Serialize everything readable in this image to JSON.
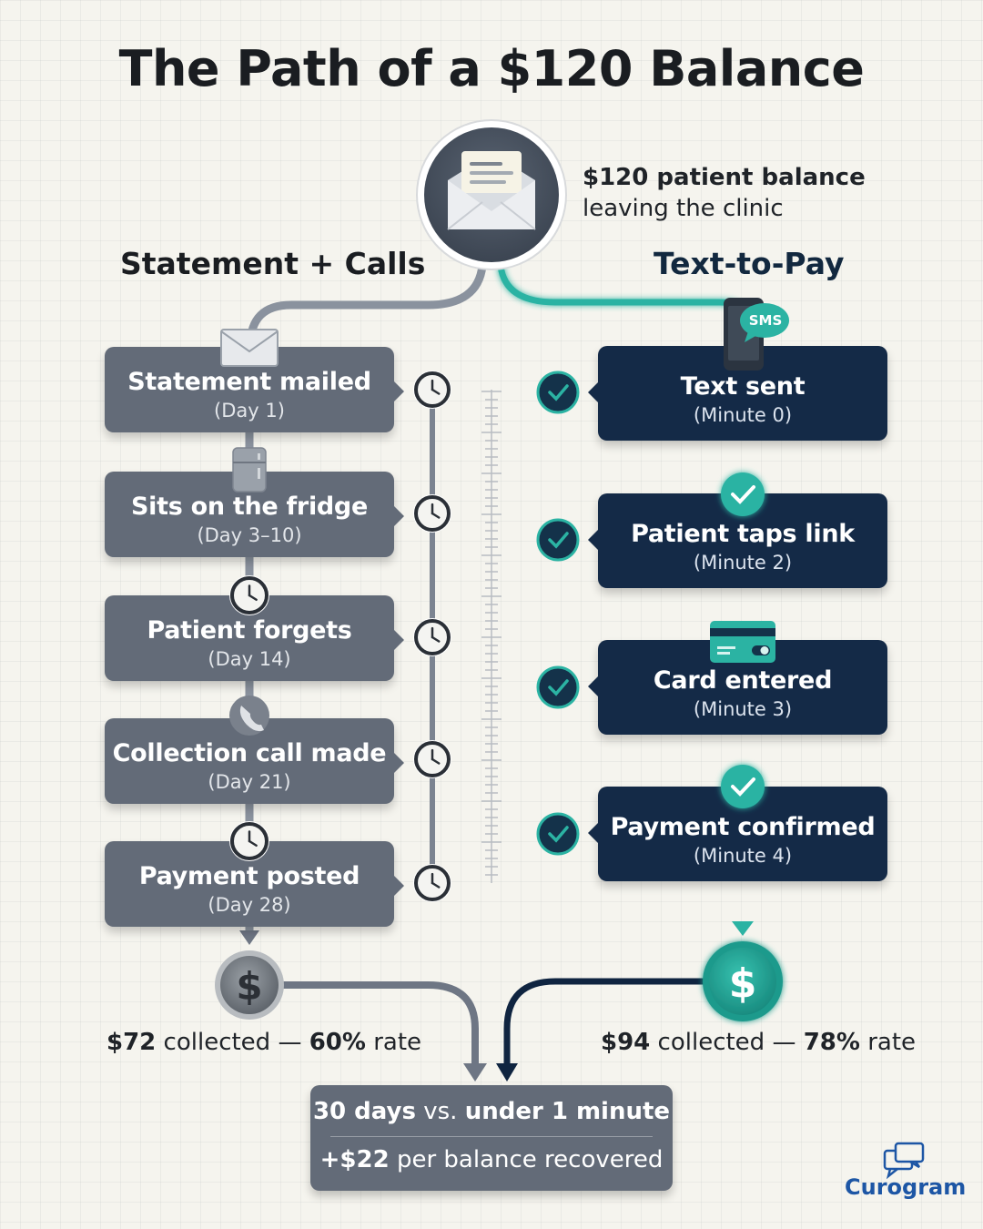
{
  "title": "The Path of a $120 Balance",
  "hero": {
    "line1": "$120 patient balance",
    "line2": "leaving the clinic"
  },
  "columns": {
    "left_title": "Statement + Calls",
    "right_title": "Text-to-Pay"
  },
  "left_steps": [
    {
      "label": "Statement mailed",
      "time": "(Day 1)"
    },
    {
      "label": "Sits on the fridge",
      "time": "(Day 3–10)"
    },
    {
      "label": "Patient forgets",
      "time": "(Day 14)"
    },
    {
      "label": "Collection call made",
      "time": "(Day 21)"
    },
    {
      "label": "Payment posted",
      "time": "(Day 28)"
    }
  ],
  "right_steps": [
    {
      "label": "Text sent",
      "time": "(Minute 0)"
    },
    {
      "label": "Patient taps link",
      "time": "(Minute 2)"
    },
    {
      "label": "Card entered",
      "time": "(Minute 3)"
    },
    {
      "label": "Payment confirmed",
      "time": "(Minute 4)"
    }
  ],
  "sms_badge": "SMS",
  "left_result": {
    "amount": "$72",
    "collected": "collected —",
    "rate": "60%",
    "rate_word": "rate"
  },
  "right_result": {
    "amount": "$94",
    "collected": "collected —",
    "rate": "78%",
    "rate_word": "rate"
  },
  "summary": {
    "days": "30 days",
    "vs": "vs.",
    "minute": "under 1 minute",
    "plus": "+$22",
    "recovered": "per balance recovered"
  },
  "brand": "Curogram",
  "colors": {
    "gray_card": "#636b78",
    "navy_card": "#142a47",
    "teal": "#2bb3a3",
    "brand_blue": "#1d56a5"
  },
  "icons": [
    "envelope-icon",
    "mail-icon",
    "fridge-icon",
    "clock-icon",
    "phone-icon",
    "sms-phone-icon",
    "credit-card-icon",
    "check-icon",
    "dollar-coin-icon",
    "chat-bubbles-icon"
  ]
}
